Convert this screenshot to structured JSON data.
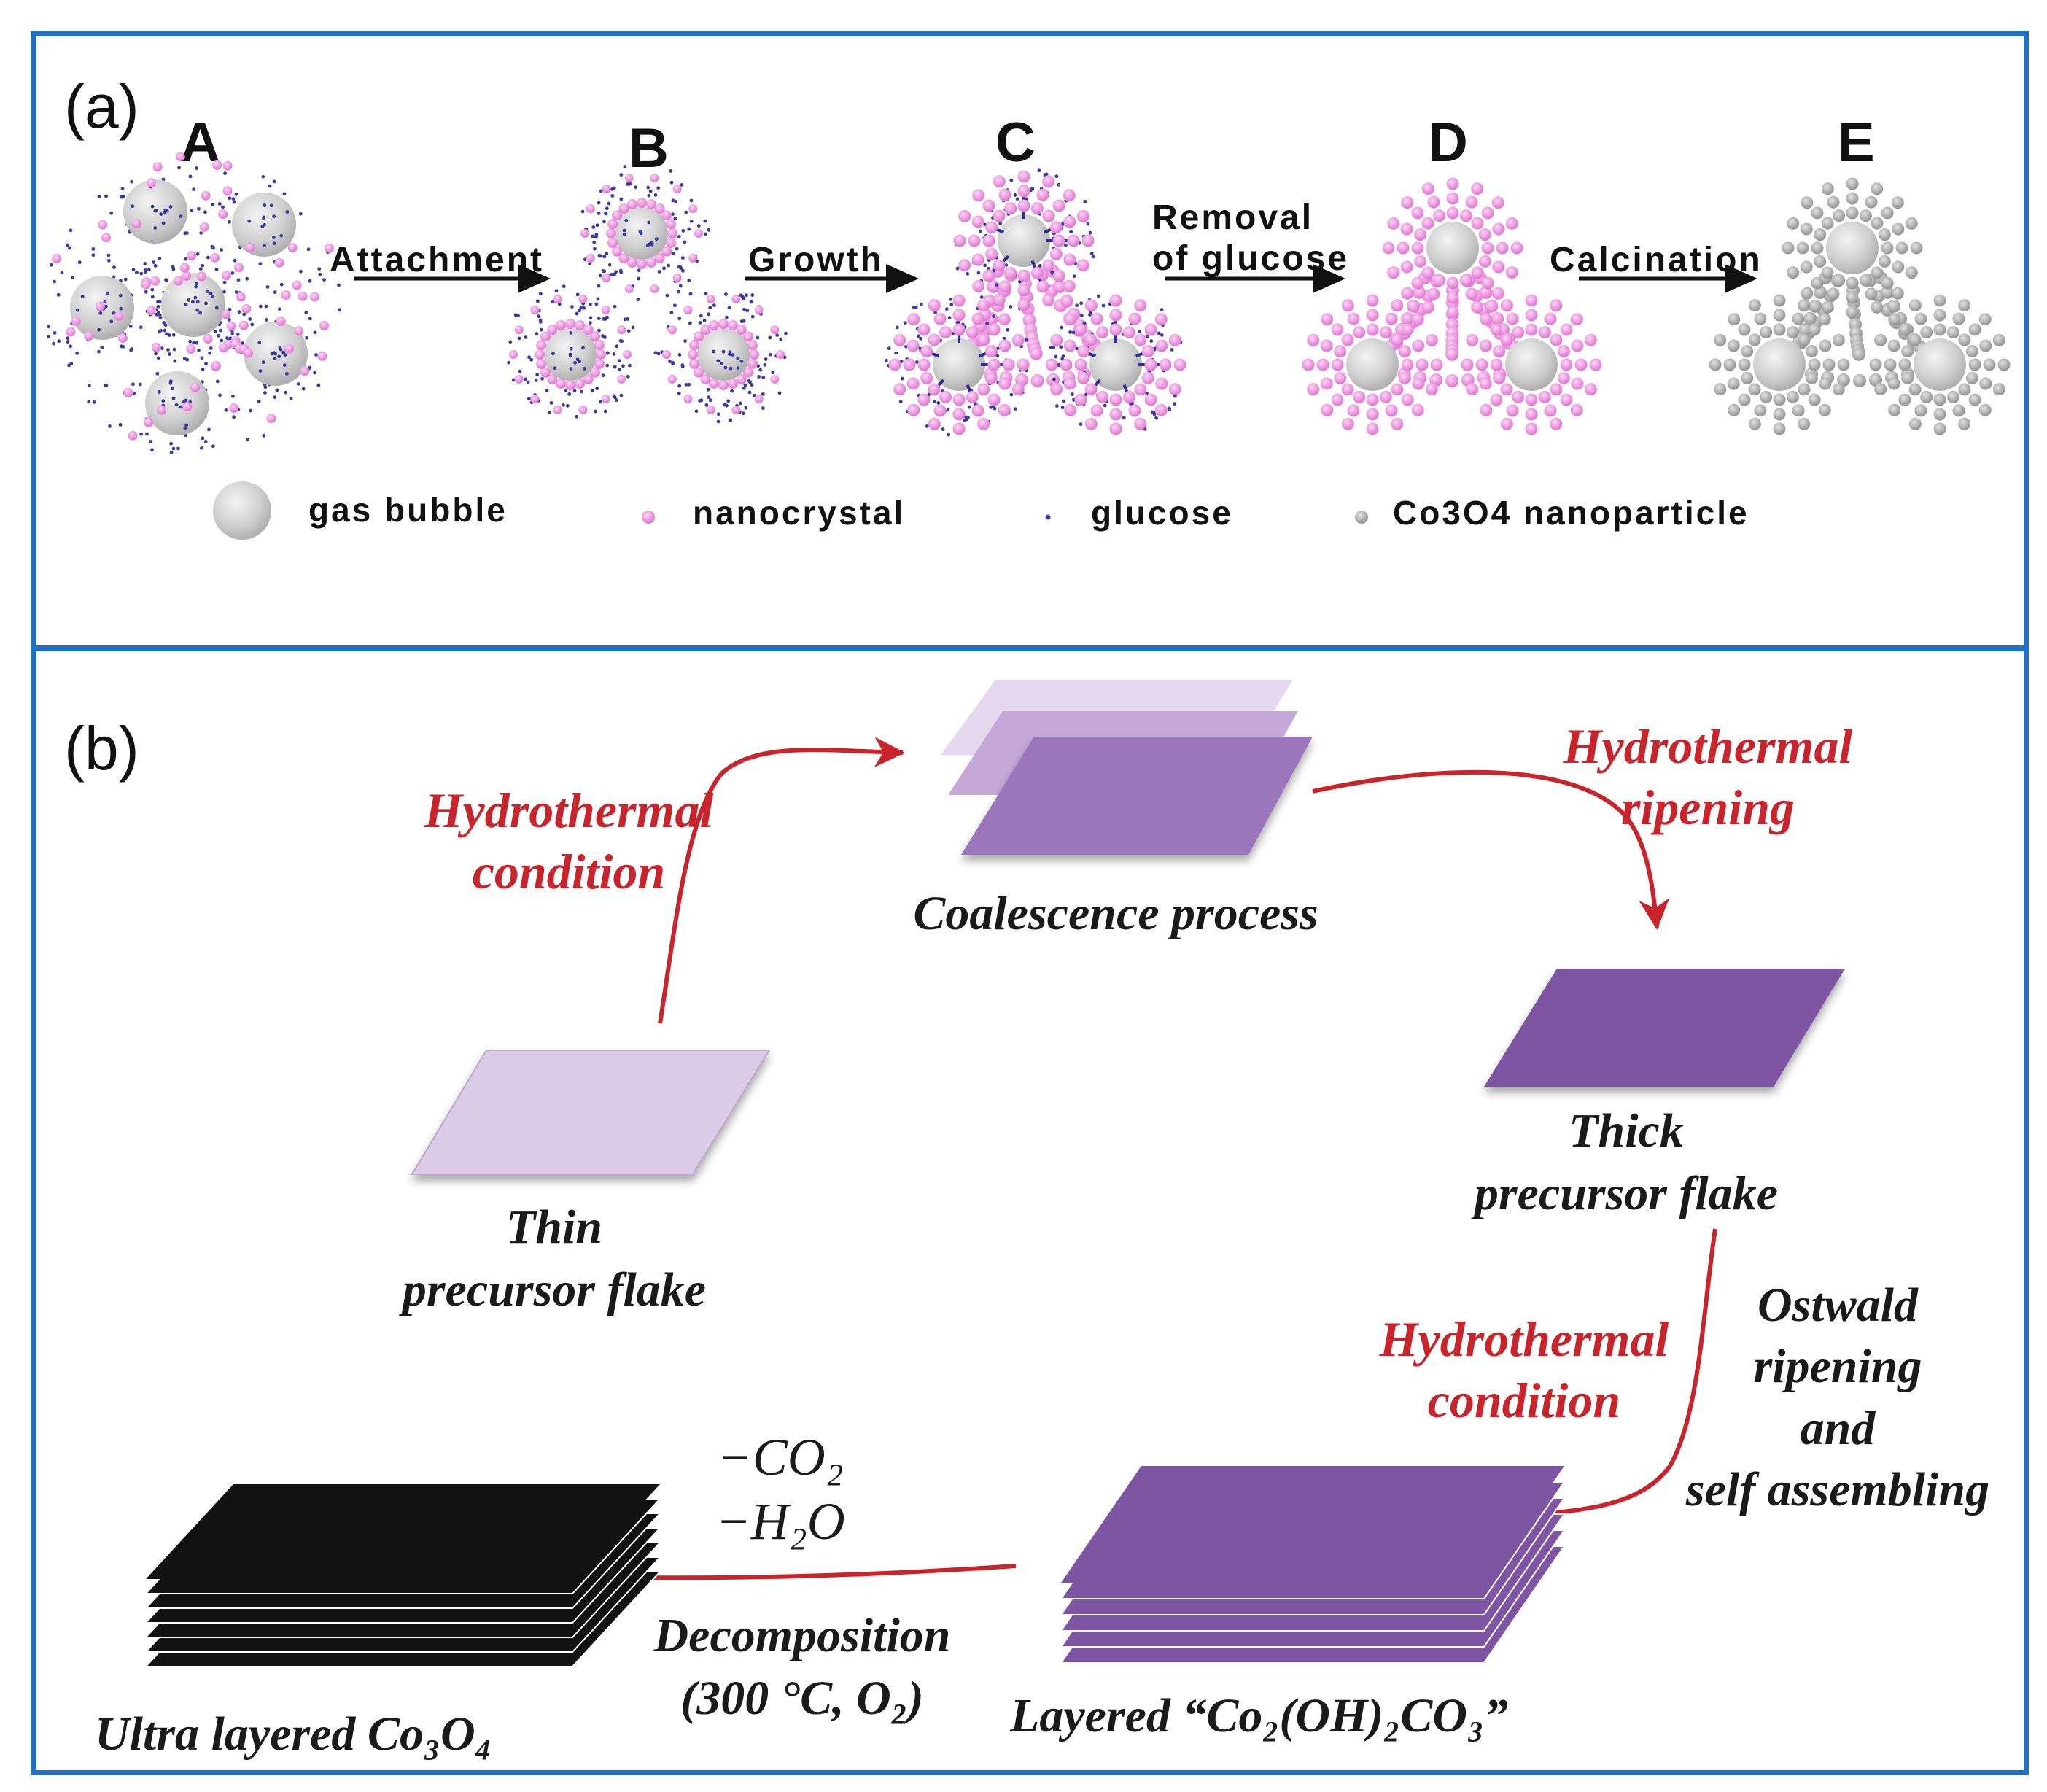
{
  "panel_a": {
    "label": "(a)",
    "stages": [
      "A",
      "B",
      "C",
      "D",
      "E"
    ],
    "steps": {
      "attachment": "Attachment",
      "growth": "Growth",
      "removal_line1": "Removal",
      "removal_line2": "of glucose",
      "calcination": "Calcination"
    },
    "legend": {
      "gas_bubble": "gas bubble",
      "nanocrystal": "nanocrystal",
      "glucose": "glucose",
      "co3o4_nanoparticle": "Co3O4 nanoparticle"
    },
    "colors": {
      "nanocrystal": "#e67fd8",
      "glucose": "#3a3aa0",
      "bubble": "#c9c9c9",
      "co3o4": "#9a9a9a"
    }
  },
  "panel_b": {
    "label": "(b)",
    "hydrothermal_condition_1": [
      "Hydrothermal",
      "condition"
    ],
    "hydrothermal_ripening": [
      "Hydrothermal",
      "ripening"
    ],
    "coalescence": "Coalescence process",
    "thin_flake": [
      "Thin",
      "precursor flake"
    ],
    "thick_flake": [
      "Thick",
      "precursor flake"
    ],
    "hydrothermal_condition_2": [
      "Hydrothermal",
      "condition"
    ],
    "ostwald": [
      "Ostwald",
      "ripening",
      "and",
      "self assembling"
    ],
    "byproducts": [
      "−CO₂",
      "−H₂O"
    ],
    "decomposition": [
      "Decomposition",
      "(300 °C, O₂)"
    ],
    "layered": "Layered “Co₂(OH)₂CO₃”",
    "ultra": "Ultra layered Co₃O₄",
    "colors": {
      "thin": "#dccbe6",
      "coalescence": "#9b76ba",
      "thick": "#7e55a3",
      "layered": "#7e55a3",
      "ultra": "#111111",
      "arrow": "#c8242b"
    }
  }
}
